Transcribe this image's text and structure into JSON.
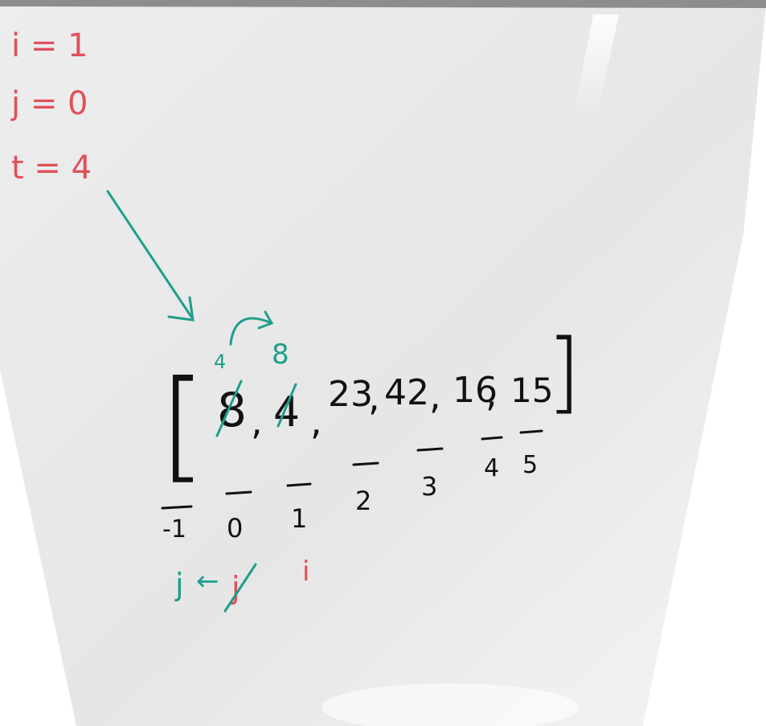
{
  "variables": {
    "i": "i = 1",
    "j": "j = 0",
    "t": "t = 4"
  },
  "array": {
    "open_bracket": "[",
    "close_bracket": "]",
    "elements": [
      "8",
      "4",
      "23",
      "42",
      "16",
      "15"
    ],
    "separator": ","
  },
  "corrections": {
    "above_first": "4",
    "above_second": "8"
  },
  "indices": [
    "-1",
    "0",
    "1",
    "2",
    "3",
    "4",
    "5"
  ],
  "pointers": {
    "j_label": "j",
    "arrow": "←",
    "old_j": "j",
    "i_label": "i"
  },
  "colors": {
    "red_marker": "#e0505a",
    "teal_marker": "#1f9e8c",
    "black_marker": "#111111",
    "board": "#e9e9e9"
  }
}
